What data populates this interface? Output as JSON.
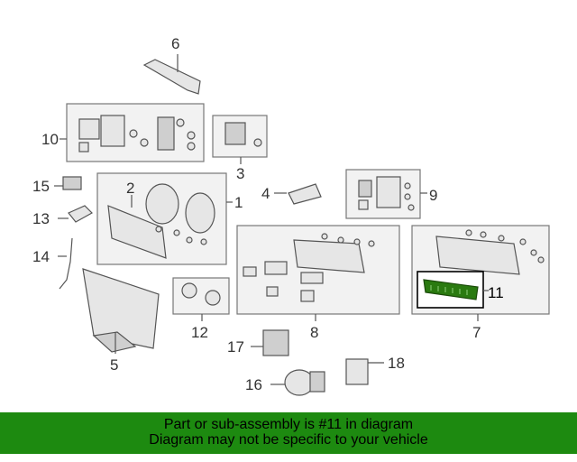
{
  "diagram": {
    "callouts": {
      "p1": "1",
      "p2": "2",
      "p3": "3",
      "p4": "4",
      "p5": "5",
      "p6": "6",
      "p7": "7",
      "p8": "8",
      "p9": "9",
      "p10": "10",
      "p11": "11",
      "p12": "12",
      "p13": "13",
      "p14": "14",
      "p15": "15",
      "p16": "16",
      "p17": "17",
      "p18": "18"
    },
    "highlight_part": "11",
    "highlight_color": "#2a7a10"
  },
  "banner": {
    "line1": "Part or sub-assembly is #11 in diagram",
    "line2": "Diagram may not be specific to your vehicle",
    "background": "#1d8a10"
  }
}
